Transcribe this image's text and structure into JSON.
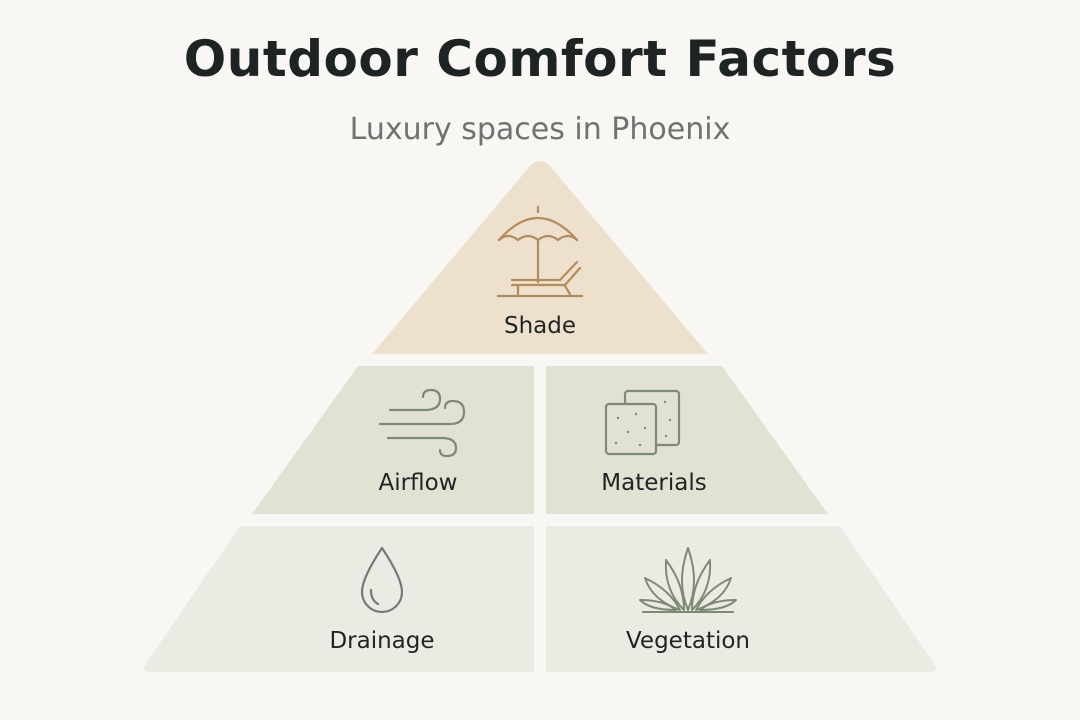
{
  "header": {
    "title": "Outdoor Comfort Factors",
    "subtitle": "Luxury spaces in Phoenix"
  },
  "pyramid": {
    "top": {
      "label": "Shade",
      "icon": "umbrella-lounger-icon",
      "color": "#ede1cd"
    },
    "middle": [
      {
        "label": "Airflow",
        "icon": "wind-icon",
        "color": "#e2e2d4"
      },
      {
        "label": "Materials",
        "icon": "tiles-icon",
        "color": "#e2e2d4"
      }
    ],
    "bottom": [
      {
        "label": "Drainage",
        "icon": "water-drop-icon",
        "color": "#ecebe3"
      },
      {
        "label": "Vegetation",
        "icon": "agave-plant-icon",
        "color": "#ecebe3"
      }
    ]
  },
  "colors": {
    "title": "#1e2423",
    "subtitle": "#6e7372",
    "shade_icon": "#b58b5c",
    "green_icon": "#7e8a76",
    "drop_icon": "#6f7a7a"
  }
}
